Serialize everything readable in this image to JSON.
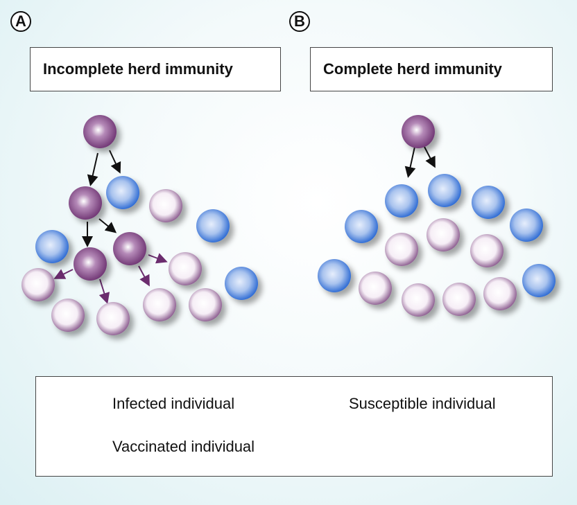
{
  "panels": [
    {
      "letter": "A",
      "title": "Incomplete herd immunity"
    },
    {
      "letter": "B",
      "title": "Complete herd immunity"
    }
  ],
  "legend": {
    "infected": "Infected individual",
    "susceptible": "Susceptible individual",
    "vaccinated": "Vaccinated individual"
  },
  "colors": {
    "infected": "#7a3f7e",
    "susceptible": "#8a5a8c",
    "vaccinated": "#2a6fd6",
    "arrow_black": "#111111",
    "arrow_purple": "#6b2c6e"
  }
}
